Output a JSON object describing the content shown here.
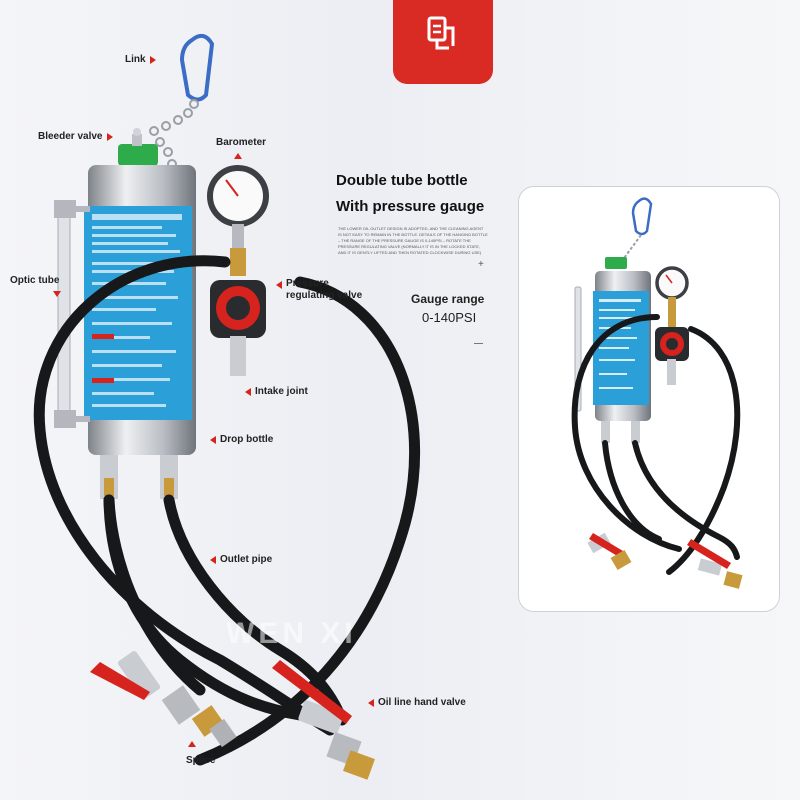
{
  "brand_color": "#d92b24",
  "logo": {
    "icon": "oil-drip-logo-icon"
  },
  "callouts": {
    "link": "Link",
    "bleeder_valve": "Bleeder valve",
    "barometer": "Barometer",
    "optic_tube": "Optic tube",
    "pressure_regulating_valve_line1": "Pressure",
    "pressure_regulating_valve_line2": "regulating valve",
    "intake_joint": "Intake joint",
    "drop_bottle": "Drop bottle",
    "outlet_pipe": "Outlet pipe",
    "oil_line_hand_valve": "Oil line hand valve",
    "splice": "Splice"
  },
  "headline": {
    "line1": "Double tube bottle",
    "line2": "With pressure gauge"
  },
  "fine_print": "THE LOWER OIL OUTLET DESIGN IS ADOPTED, AND THE CLEANING AGENT IS NOT EASY TO REMAIN IN THE BOTTLE. DETAILS OF THE HANGING BOTTLE – THE RANGE OF THE PRESSURE GAUGE IS 0-140PSI – ROTATE THE PRESSURE REGULATING VALVE (NORMALLY IT IS IN THE LOCKED STATE, AND IT IS GENTLY LIFTED AND THEN ROTATED CLOCKWISE DURING USE)",
  "gauge": {
    "label": "Gauge range",
    "value": "0-140PSI"
  },
  "watermark": "WEN XI"
}
